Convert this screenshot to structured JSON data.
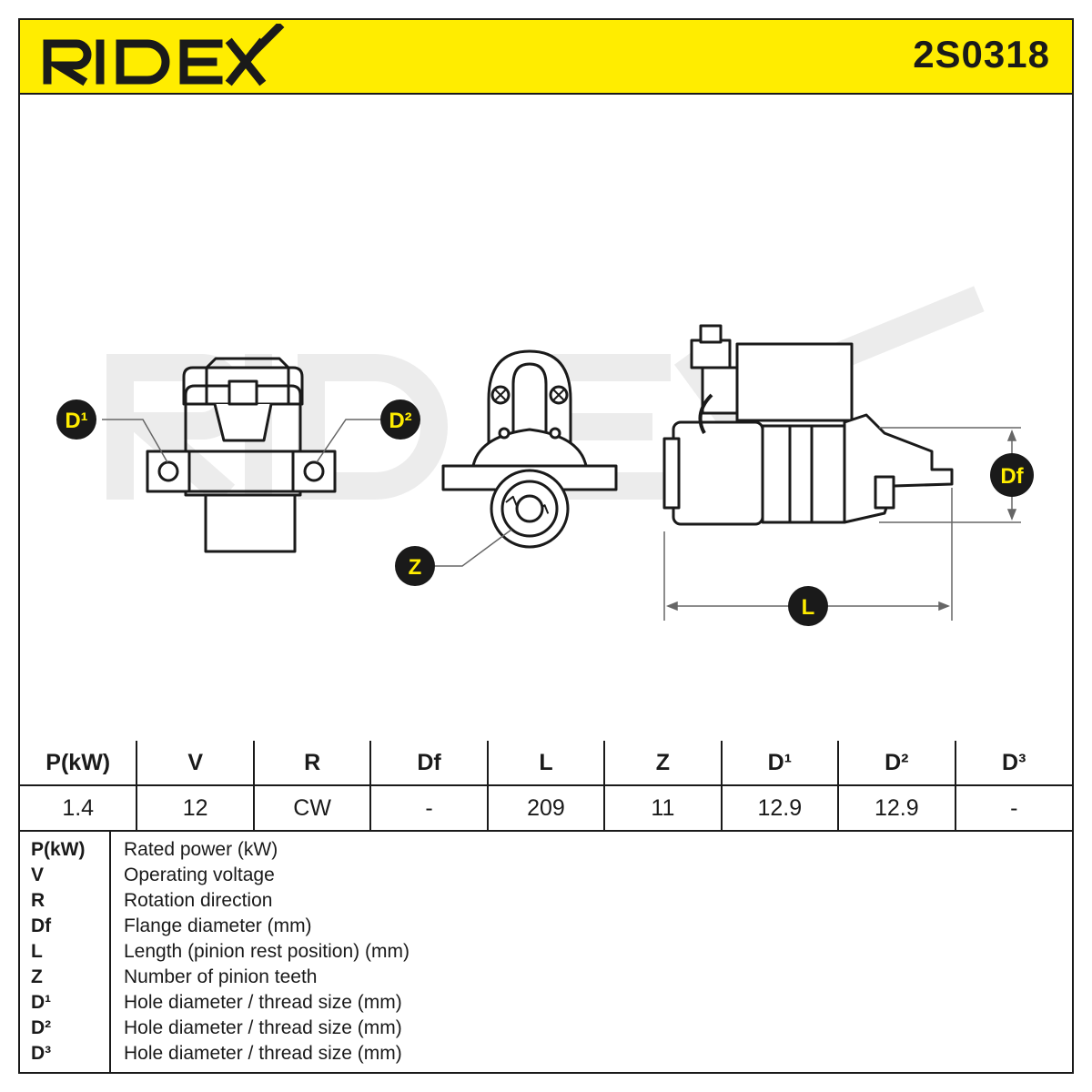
{
  "header": {
    "brand": "RIDEX",
    "part_number": "2S0318",
    "brand_color": "#ffed00"
  },
  "drawing": {
    "labels": {
      "d1": "D¹",
      "d2": "D²",
      "z": "Z",
      "df": "Df",
      "l": "L"
    },
    "label_fill": "#1a1a1a",
    "label_text_color": "#ffed00",
    "watermark_color": "#ececec"
  },
  "specs": {
    "headers": [
      "P(kW)",
      "V",
      "R",
      "Df",
      "L",
      "Z",
      "D¹",
      "D²",
      "D³"
    ],
    "values": [
      "1.4",
      "12",
      "CW",
      "-",
      "209",
      "11",
      "12.9",
      "12.9",
      "-"
    ]
  },
  "legend": [
    {
      "key": "P(kW)",
      "desc": "Rated power (kW)"
    },
    {
      "key": "V",
      "desc": "Operating voltage"
    },
    {
      "key": "R",
      "desc": "Rotation direction"
    },
    {
      "key": "Df",
      "desc": "Flange diameter (mm)"
    },
    {
      "key": "L",
      "desc": "Length (pinion rest position) (mm)"
    },
    {
      "key": "Z",
      "desc": "Number of pinion teeth"
    },
    {
      "key": "D¹",
      "desc": "Hole diameter / thread size (mm)"
    },
    {
      "key": "D²",
      "desc": "Hole diameter / thread size (mm)"
    },
    {
      "key": "D³",
      "desc": "Hole diameter / thread size (mm)"
    }
  ]
}
